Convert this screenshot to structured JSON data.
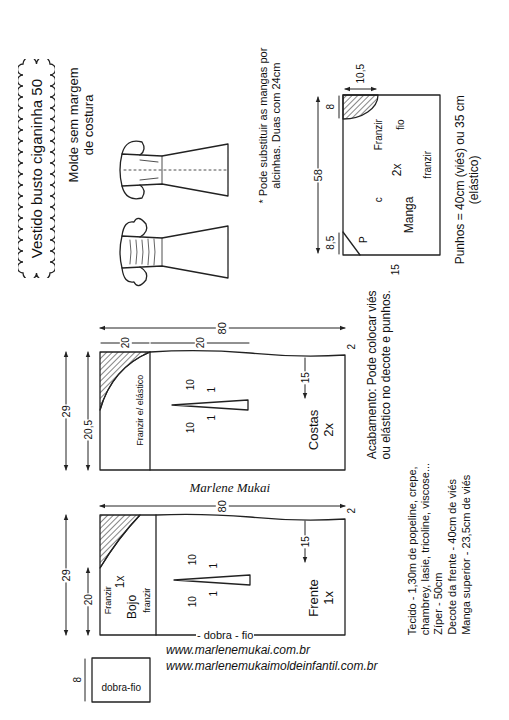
{
  "diagram": {
    "nodes": [
      {
        "text": [
          "Vestido busto ciganinha 50"
        ]
      }
    ],
    "labels": [
      "Molde sem margem de costura",
      "* Pode substituir as mangas por alcinhas. Duas com 24cm",
      "10,5",
      "8",
      "Franzir",
      "c",
      "58",
      "fio",
      "2x",
      "Manga",
      "franzir",
      "P",
      "8,5",
      "15",
      "Punhos = 40cm (viés) ou 35 cm (elástico)",
      "Acabamento: Pode colocar viés ou elástico no decote e punhos.",
      "80",
      "20",
      "20",
      "29",
      "20,5",
      "Franzir e/ elástico",
      "10",
      "10",
      "1",
      "1",
      "15",
      "Costas 2x",
      "2",
      "Marlene Mukai",
      "80",
      "29",
      "20",
      "Franzir",
      "1x",
      "Bojo",
      "franzir",
      "10",
      "10",
      "1",
      "1",
      "15",
      "Frente 1x",
      "2",
      "- dobra - fio",
      "8",
      "dobra-fio",
      "Tecido - 1,30m de popeline, crepe, chambrey, lasie, tricoline, viscose...",
      "Zíper - 50cm",
      "Decote da frente - 40cm de viés",
      "Manga superior - 23,5cm de viés",
      "www.marlenemukai.com.br",
      "www.marlenemukaimoldeinfantil.com.br"
    ]
  }
}
